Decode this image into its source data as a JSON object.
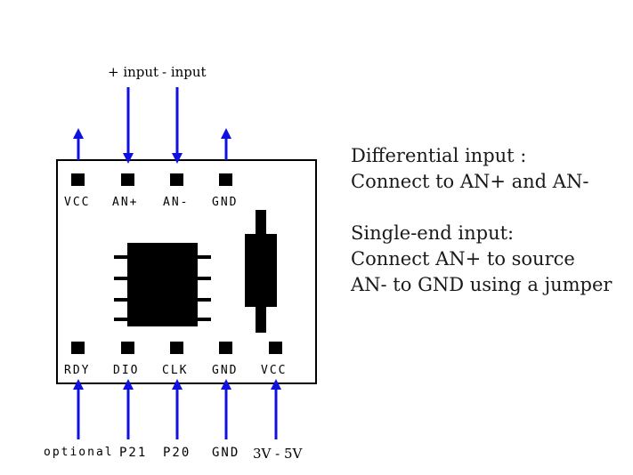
{
  "top_inputs": {
    "plus_input": "+ input",
    "minus_input": "- input"
  },
  "top_pins": {
    "vcc": "VCC",
    "an_plus": "AN+",
    "an_minus": "AN-",
    "gnd": "GND"
  },
  "bottom_pins": {
    "rdy": "RDY",
    "dio": "DIO",
    "clk": "CLK",
    "gnd": "GND",
    "vcc": "VCC"
  },
  "bottom_connections": {
    "rdy": "optional",
    "dio": "P21",
    "clk": "P20",
    "gnd": "GND",
    "vcc": "3V - 5V"
  },
  "notes": {
    "differential_title": "Differential input :",
    "differential_body": "Connect to AN+ and AN-",
    "single_title": "Single-end input:",
    "single_line1": "Connect AN+ to source",
    "single_line2": "AN- to GND using a jumper"
  },
  "colors": {
    "arrow": "#1010e0",
    "board_outline": "#000000",
    "component": "#000000"
  }
}
